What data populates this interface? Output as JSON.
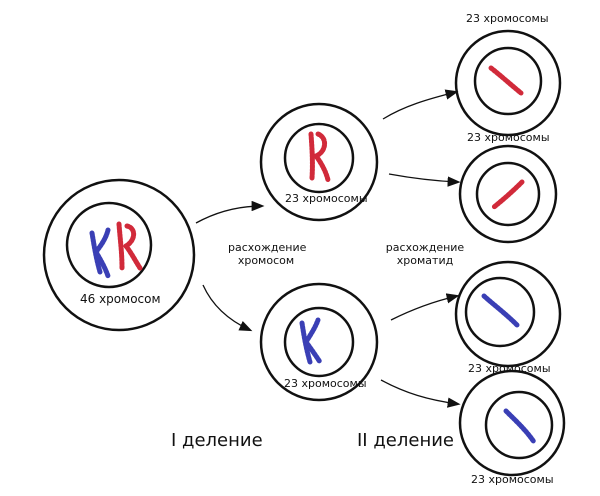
{
  "cells": {
    "parent_label": "46 хромосом",
    "div1_top_label": "23 хромосомы",
    "div1_bottom_label": "23 хромосомы",
    "div2_cell1_label": "23 хромосомы",
    "div2_cell2_label": "23 хромосомы",
    "div2_cell3_label": "23 хромосомы",
    "div2_cell4_label": "23 хромосомы"
  },
  "process_labels": {
    "chromosome_separation": [
      "расхождение",
      "хромосом"
    ],
    "chromatid_separation": [
      "расхождение",
      "хроматид"
    ]
  },
  "stage_labels": {
    "first_division": "I деление",
    "second_division": "II деление"
  },
  "colors": {
    "maternal_chromosome": "#d12a3a",
    "paternal_chromosome": "#3a3fb5",
    "outline": "#111111"
  }
}
